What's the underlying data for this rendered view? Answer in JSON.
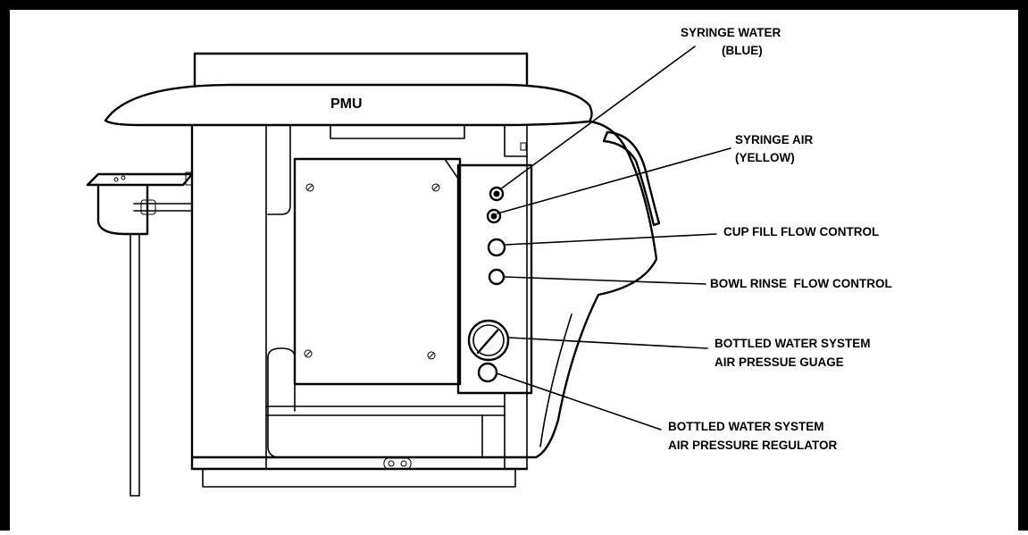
{
  "diagram": {
    "unit_label": "PMU",
    "callouts": [
      {
        "lines": [
          "SYRINGE WATER",
          "(BLUE)"
        ]
      },
      {
        "lines": [
          "SYRINGE AIR",
          "(YELLOW)"
        ]
      },
      {
        "lines": [
          "CUP FILL FLOW CONTROL"
        ]
      },
      {
        "lines": [
          "BOWL RINSE  FLOW CONTROL"
        ]
      },
      {
        "lines": [
          "BOTTLED WATER SYSTEM",
          "AIR PRESSUE GUAGE"
        ]
      },
      {
        "lines": [
          "BOTTLED WATER SYSTEM",
          "AIR PRESSURE REGULATOR"
        ]
      }
    ]
  }
}
